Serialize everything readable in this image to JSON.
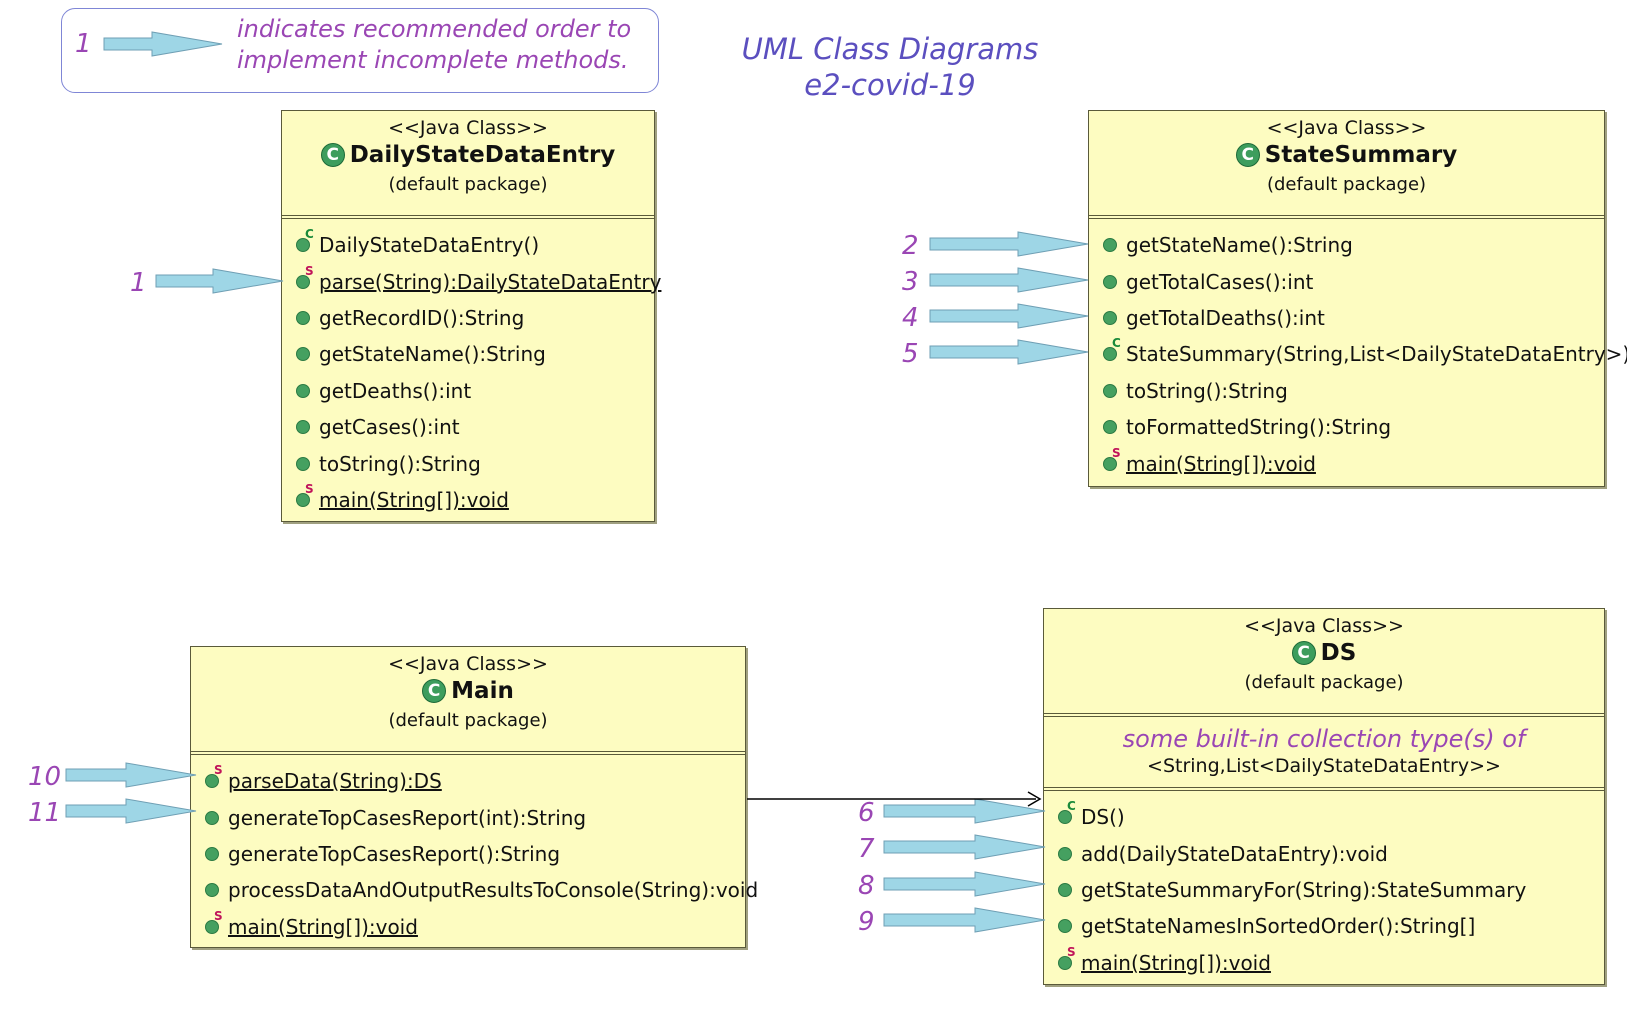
{
  "title": {
    "line1": "UML Class Diagrams",
    "line2": "e2-covid-19"
  },
  "legend": {
    "number": "1",
    "text_line1": "indicates recommended order to",
    "text_line2": "implement incomplete methods."
  },
  "classes": {
    "daily": {
      "stereotype": "<<Java Class>>",
      "icon": "C",
      "name": "DailyStateDataEntry",
      "package": "(default package)",
      "methods": [
        {
          "text": "DailyStateDataEntry()",
          "mark": "C",
          "underline": false
        },
        {
          "text": "parse(String):DailyStateDataEntry",
          "mark": "S",
          "underline": true
        },
        {
          "text": "getRecordID():String",
          "mark": "",
          "underline": false
        },
        {
          "text": "getStateName():String",
          "mark": "",
          "underline": false
        },
        {
          "text": "getDeaths():int",
          "mark": "",
          "underline": false
        },
        {
          "text": "getCases():int",
          "mark": "",
          "underline": false
        },
        {
          "text": "toString():String",
          "mark": "",
          "underline": false
        },
        {
          "text": "main(String[]):void",
          "mark": "S",
          "underline": true
        }
      ]
    },
    "summary": {
      "stereotype": "<<Java Class>>",
      "icon": "C",
      "name": "StateSummary",
      "package": "(default package)",
      "methods": [
        {
          "text": "getStateName():String",
          "mark": "",
          "underline": false
        },
        {
          "text": "getTotalCases():int",
          "mark": "",
          "underline": false
        },
        {
          "text": "getTotalDeaths():int",
          "mark": "",
          "underline": false
        },
        {
          "text": "StateSummary(String,List<DailyStateDataEntry>)",
          "mark": "C",
          "underline": false
        },
        {
          "text": "toString():String",
          "mark": "",
          "underline": false
        },
        {
          "text": "toFormattedString():String",
          "mark": "",
          "underline": false
        },
        {
          "text": "main(String[]):void",
          "mark": "S",
          "underline": true
        }
      ]
    },
    "main": {
      "stereotype": "<<Java Class>>",
      "icon": "C",
      "name": "Main",
      "package": "(default package)",
      "methods": [
        {
          "text": "parseData(String):DS",
          "mark": "S",
          "underline": true
        },
        {
          "text": "generateTopCasesReport(int):String",
          "mark": "",
          "underline": false
        },
        {
          "text": "generateTopCasesReport():String",
          "mark": "",
          "underline": false
        },
        {
          "text": "processDataAndOutputResultsToConsole(String):void",
          "mark": "",
          "underline": false
        },
        {
          "text": "main(String[]):void",
          "mark": "S",
          "underline": true
        }
      ]
    },
    "ds": {
      "stereotype": "<<Java Class>>",
      "icon": "C",
      "name": "DS",
      "package": "(default package)",
      "attr_line1": "some built-in collection type(s) of",
      "attr_line2": "<String,List<DailyStateDataEntry>>",
      "methods": [
        {
          "text": "DS()",
          "mark": "C",
          "underline": false
        },
        {
          "text": "add(DailyStateDataEntry):void",
          "mark": "",
          "underline": false
        },
        {
          "text": "getStateSummaryFor(String):StateSummary",
          "mark": "",
          "underline": false
        },
        {
          "text": "getStateNamesInSortedOrder():String[]",
          "mark": "",
          "underline": false
        },
        {
          "text": "main(String[]):void",
          "mark": "S",
          "underline": true
        }
      ]
    }
  },
  "order_labels": [
    {
      "label": "1",
      "target": "daily.parse"
    },
    {
      "label": "2",
      "target": "summary.getStateName"
    },
    {
      "label": "3",
      "target": "summary.getTotalCases"
    },
    {
      "label": "4",
      "target": "summary.getTotalDeaths"
    },
    {
      "label": "5",
      "target": "summary.constructor"
    },
    {
      "label": "6",
      "target": "ds.constructor"
    },
    {
      "label": "7",
      "target": "ds.add"
    },
    {
      "label": "8",
      "target": "ds.getStateSummaryFor"
    },
    {
      "label": "9",
      "target": "ds.getStateNamesInSortedOrder"
    },
    {
      "label": "10",
      "target": "main.parseData"
    },
    {
      "label": "11",
      "target": "main.generateTopCasesReport"
    }
  ],
  "colors": {
    "class_fill": "#fdfcc1",
    "arrow_fill": "#9ed6e6",
    "label": "#9a46b4",
    "title": "#5b4fbf"
  }
}
